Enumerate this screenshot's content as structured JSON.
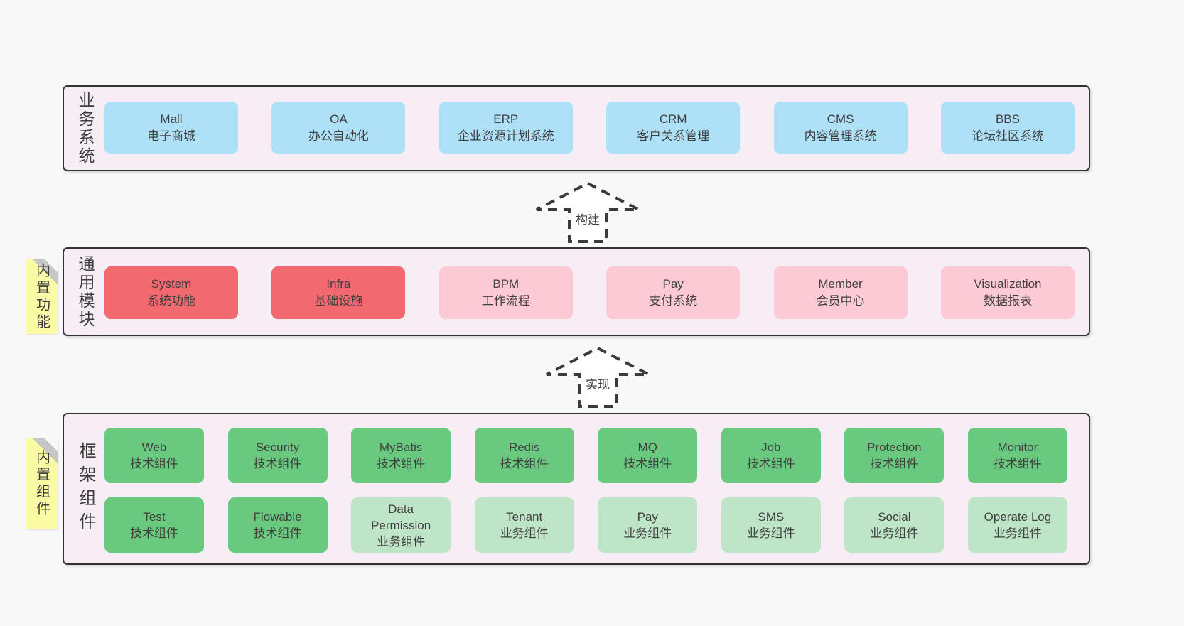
{
  "colors": {
    "page_bg": "#f8f8f8",
    "container_bg": "#f7edf5",
    "container_border": "#333333",
    "note_bg": "#fbfba5",
    "text": "#3f3f3f",
    "blue": "#aee0f8",
    "red": "#f2696f",
    "pink": "#fbcad5",
    "green_dark": "#69c97e",
    "green_light": "#bfe5c8"
  },
  "layers": [
    {
      "label": "业务系统",
      "boxes": [
        {
          "name": "Mall",
          "desc": "电子商城",
          "color": "blue"
        },
        {
          "name": "OA",
          "desc": "办公自动化",
          "color": "blue"
        },
        {
          "name": "ERP",
          "desc": "企业资源计划系统",
          "color": "blue"
        },
        {
          "name": "CRM",
          "desc": "客户关系管理",
          "color": "blue"
        },
        {
          "name": "CMS",
          "desc": "内容管理系统",
          "color": "blue"
        },
        {
          "name": "BBS",
          "desc": "论坛社区系统",
          "color": "blue"
        }
      ]
    },
    {
      "label": "通用模块",
      "note": "内置功能",
      "boxes": [
        {
          "name": "System",
          "desc": "系统功能",
          "color": "red"
        },
        {
          "name": "Infra",
          "desc": "基础设施",
          "color": "red"
        },
        {
          "name": "BPM",
          "desc": "工作流程",
          "color": "pink"
        },
        {
          "name": "Pay",
          "desc": "支付系统",
          "color": "pink"
        },
        {
          "name": "Member",
          "desc": "会员中心",
          "color": "pink"
        },
        {
          "name": "Visualization",
          "desc": "数据报表",
          "color": "pink"
        }
      ]
    },
    {
      "label": "框架组件",
      "note": "内置组件",
      "rows": [
        [
          {
            "name": "Web",
            "desc": "技术组件",
            "color": "green_dark"
          },
          {
            "name": "Security",
            "desc": "技术组件",
            "color": "green_dark"
          },
          {
            "name": "MyBatis",
            "desc": "技术组件",
            "color": "green_dark"
          },
          {
            "name": "Redis",
            "desc": "技术组件",
            "color": "green_dark"
          },
          {
            "name": "MQ",
            "desc": "技术组件",
            "color": "green_dark"
          },
          {
            "name": "Job",
            "desc": "技术组件",
            "color": "green_dark"
          },
          {
            "name": "Protection",
            "desc": "技术组件",
            "color": "green_dark"
          },
          {
            "name": "Monitor",
            "desc": "技术组件",
            "color": "green_dark"
          }
        ],
        [
          {
            "name": "Test",
            "desc": "技术组件",
            "color": "green_dark"
          },
          {
            "name": "Flowable",
            "desc": "技术组件",
            "color": "green_dark"
          },
          {
            "name": "Data Permission",
            "desc": "业务组件",
            "color": "green_light"
          },
          {
            "name": "Tenant",
            "desc": "业务组件",
            "color": "green_light"
          },
          {
            "name": "Pay",
            "desc": "业务组件",
            "color": "green_light"
          },
          {
            "name": "SMS",
            "desc": "业务组件",
            "color": "green_light"
          },
          {
            "name": "Social",
            "desc": "业务组件",
            "color": "green_light"
          },
          {
            "name": "Operate Log",
            "desc": "业务组件",
            "color": "green_light"
          }
        ]
      ]
    }
  ],
  "arrows": [
    {
      "label": "构建"
    },
    {
      "label": "实现"
    }
  ]
}
